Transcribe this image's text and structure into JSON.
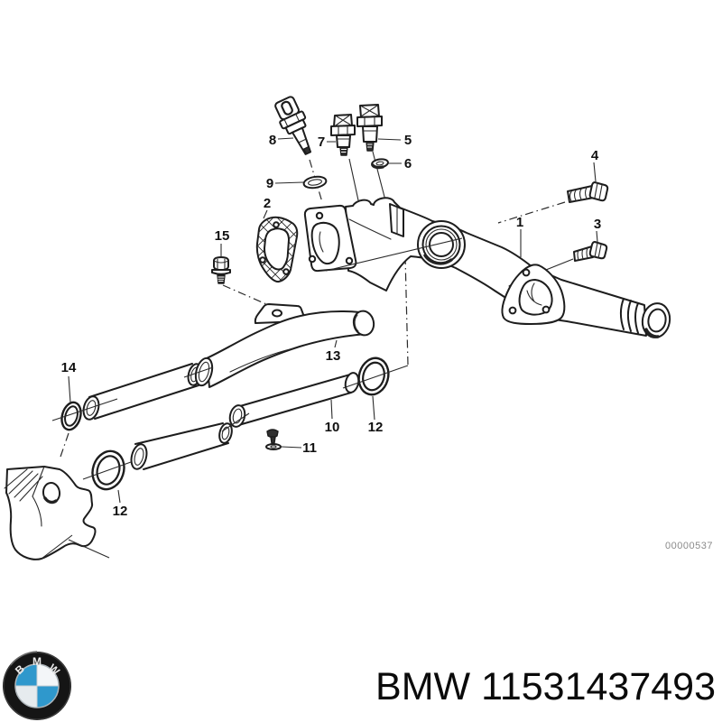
{
  "diagram": {
    "drawing_code": "00000537",
    "callouts": [
      {
        "label": "8"
      },
      {
        "label": "7"
      },
      {
        "label": "5"
      },
      {
        "label": "6"
      },
      {
        "label": "9"
      },
      {
        "label": "2"
      },
      {
        "label": "15"
      },
      {
        "label": "4"
      },
      {
        "label": "1"
      },
      {
        "label": "3"
      },
      {
        "label": "13"
      },
      {
        "label": "14"
      },
      {
        "label": "10"
      },
      {
        "label": "12"
      },
      {
        "label": "11"
      },
      {
        "label": "12"
      }
    ]
  },
  "footer": {
    "brand": "BMW",
    "part_number": "11531437493"
  },
  "logo": {
    "icon": "bmw-roundel-logo",
    "letters": [
      "B",
      "M",
      "W"
    ],
    "colors": {
      "roundel_black": "#151515",
      "roundel_blue": "#2f98cc",
      "quadrant_white": "#f3f6f8",
      "rim_silver": "#aeb6bb"
    }
  },
  "colors": {
    "background": "#ffffff",
    "line": "#1d1d1d",
    "code_text": "#8a8a8a"
  }
}
